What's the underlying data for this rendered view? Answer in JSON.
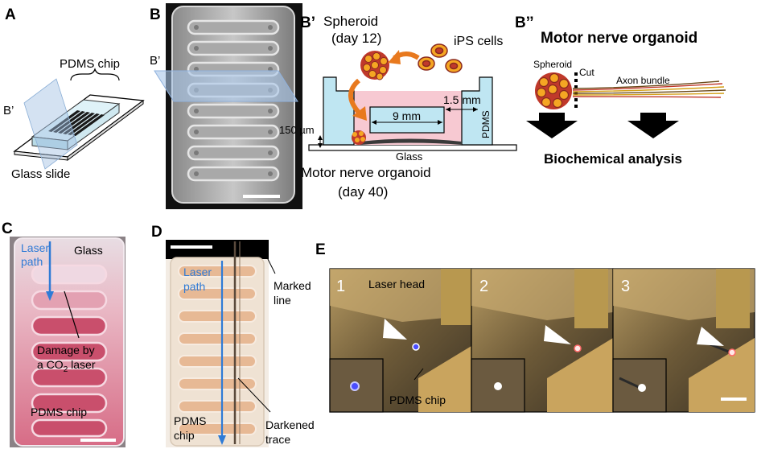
{
  "panel_labels": {
    "A": "A",
    "B": "B",
    "Bp": "B’",
    "Bpp": "B’’",
    "C": "C",
    "D": "D",
    "E": "E"
  },
  "panelA": {
    "chip_label": "PDMS chip",
    "plane_label": "B’",
    "slide_label": "Glass slide"
  },
  "panelB": {
    "plane_label": "B’"
  },
  "panelBp": {
    "spheroid_label": "Spheroid",
    "spheroid_day": "(day 12)",
    "ips_label": "iPS cells",
    "width_label": "1.5 mm",
    "length_label": "9 mm",
    "height_label": "150 µm",
    "pdms_label": "PDMS",
    "glass_label": "Glass",
    "organoid_label": "Motor nerve organoid",
    "organoid_day": "(day 40)"
  },
  "panelBpp": {
    "title": "Motor nerve organoid",
    "spheroid_label": "Spheroid",
    "cut_label": "Cut",
    "axon_label": "Axon bundle",
    "analysis_label": "Biochemical analysis"
  },
  "panelC": {
    "laser_line1": "Laser",
    "laser_line2": "path",
    "glass_label": "Glass",
    "damage_line1": "Damage by",
    "damage_line2a": "a CO",
    "damage_sub": "2",
    "damage_line2b": " laser",
    "chip_label": "PDMS chip"
  },
  "panelD": {
    "laser_line1": "Laser",
    "laser_line2": "path",
    "marked_line1": "Marked",
    "marked_line2": "line",
    "chip_line1": "PDMS",
    "chip_line2": "chip",
    "darkened_line1": "Darkened",
    "darkened_line2": "trace"
  },
  "panelE": {
    "frame1": "1",
    "frame2": "2",
    "frame3": "3",
    "laser_head_label": "Laser head",
    "chip_label": "PDMS chip"
  },
  "colors": {
    "pink_medium": "#f7c9d2",
    "pdms_blue": "#bfe6f2",
    "arrow_orange": "#e8791e",
    "spheroid_red": "#c0392b",
    "spheroid_ring": "#f5a623",
    "laser_blue": "#2f7bd6",
    "photo_bg_E": "#6d5a38"
  }
}
